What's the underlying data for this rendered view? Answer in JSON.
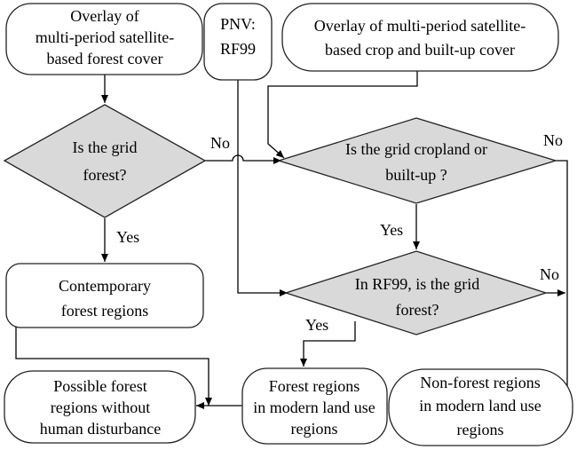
{
  "nodes": {
    "overlay_forest": [
      "Overlay of",
      "multi-period satellite-",
      "based forest cover"
    ],
    "pnv": [
      "PNV:",
      "RF99"
    ],
    "overlay_crop": [
      "Overlay of multi-period satellite-",
      "based crop and built-up cover"
    ],
    "q_forest": [
      "Is the grid",
      "forest?"
    ],
    "q_crop": [
      "Is the grid cropland or",
      "built-up ?"
    ],
    "q_rf99": [
      "In RF99, is the grid",
      "forest?"
    ],
    "contemporary": [
      "Contemporary",
      "forest regions"
    ],
    "possible": [
      "Possible forest",
      "regions without",
      "human disturbance"
    ],
    "forest_modern": [
      "Forest regions",
      "in modern land use",
      "regions"
    ],
    "nonforest_modern": [
      "Non-forest regions",
      "in modern land use",
      "regions"
    ]
  },
  "edge_labels": {
    "q_forest_no": "No",
    "q_forest_yes": "Yes",
    "q_crop_yes": "Yes",
    "q_crop_no": "No",
    "q_rf99_no": "No",
    "q_rf99_yes": "Yes"
  }
}
